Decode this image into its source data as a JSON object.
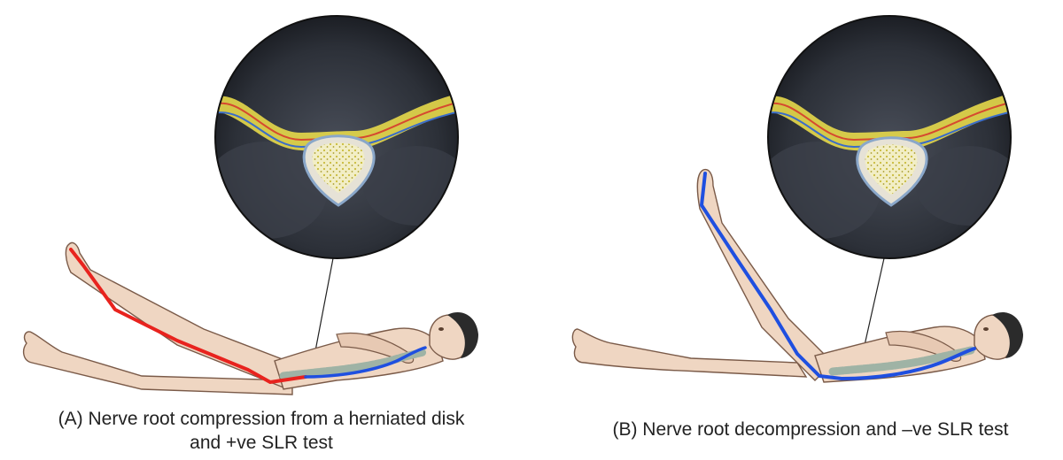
{
  "panels": [
    {
      "caption_line1": "(A) Nerve root compression from a herniated disk",
      "caption_line2": "and +ve SLR test",
      "nerve_color": "#e8231e",
      "nerve_state": "compressed",
      "test_result": "positive"
    },
    {
      "caption_line1": "(B) Nerve root decompression and –ve SLR test",
      "nerve_color": "#1f4fe0",
      "nerve_state": "decompressed",
      "test_result": "negative"
    }
  ],
  "colors": {
    "skin": "#efd6c2",
    "skin_outline": "#7a5a48",
    "hair": "#2b2b2b",
    "mri_background": "#2c3038",
    "disc_fill": "#f2eec6",
    "disc_dots": "#c9bb3a",
    "spine": "#9fb3a5",
    "lower_nerve": "#1f4fe0"
  }
}
